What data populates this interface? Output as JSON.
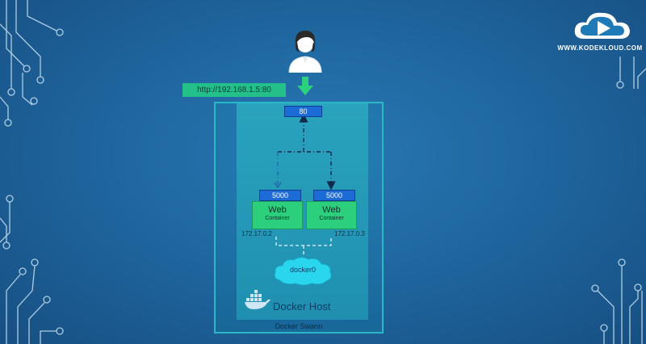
{
  "brand": {
    "site": "WWW.KODEKLOUD.COM"
  },
  "request": {
    "url": "http://192.168.1.5:80"
  },
  "host": {
    "port": "80",
    "label": "Docker Host",
    "bridge": "docker0"
  },
  "swarm": {
    "label": "Docker Swarm"
  },
  "containers": [
    {
      "title": "Web",
      "subtitle": "Container",
      "port": "5000",
      "ip": "172.17.0.2"
    },
    {
      "title": "Web",
      "subtitle": "Container",
      "port": "5000",
      "ip": "172.17.0.3"
    }
  ],
  "colors": {
    "background": "#1f67a0",
    "container": "#2bcf7c",
    "port": "#1c6bd6",
    "swarm_border": "#2ab8c8"
  }
}
